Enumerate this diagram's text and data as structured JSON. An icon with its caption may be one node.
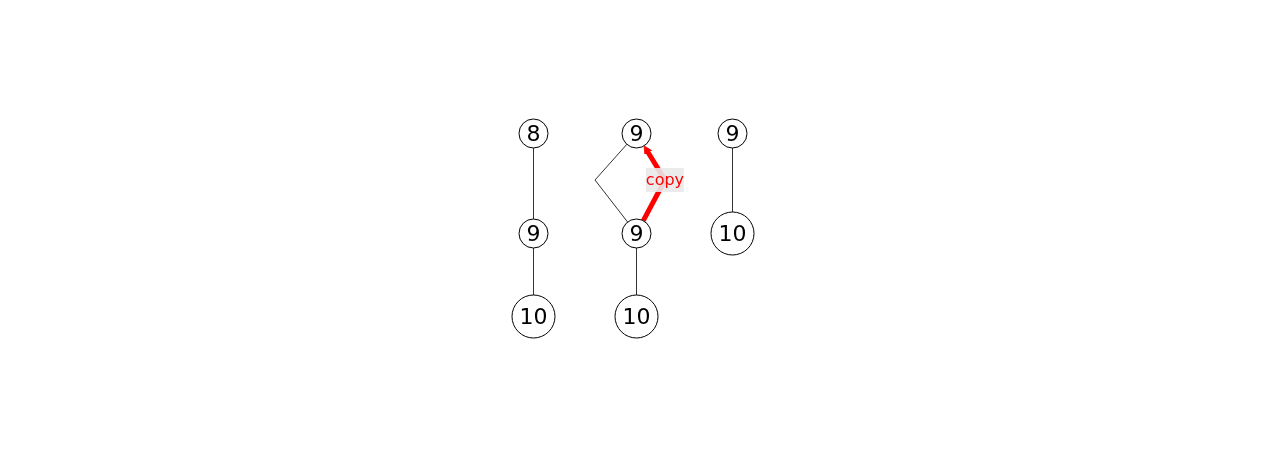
{
  "diagram": {
    "nodes": [
      {
        "text": [
          "8"
        ]
      },
      {
        "text": [
          "9"
        ]
      },
      {
        "text": [
          "10"
        ]
      },
      {
        "text": [
          "9"
        ]
      },
      {
        "text": [
          "9"
        ]
      },
      {
        "text": [
          "10"
        ]
      },
      {
        "text": [
          "9"
        ]
      },
      {
        "text": [
          "10"
        ]
      }
    ],
    "edges": [
      {
        "from": 0,
        "to": 1,
        "arrow": "none"
      },
      {
        "from": 1,
        "to": 2,
        "arrow": "none"
      },
      {
        "from": 3,
        "to": 4,
        "arrow": "none"
      },
      {
        "from": 4,
        "to": 5,
        "arrow": "none"
      },
      {
        "from": 4,
        "to": 3,
        "arrow": "to",
        "label": "copy",
        "style": "thick",
        "color": "#ff0000"
      },
      {
        "from": 6,
        "to": 7,
        "arrow": "none"
      }
    ]
  }
}
